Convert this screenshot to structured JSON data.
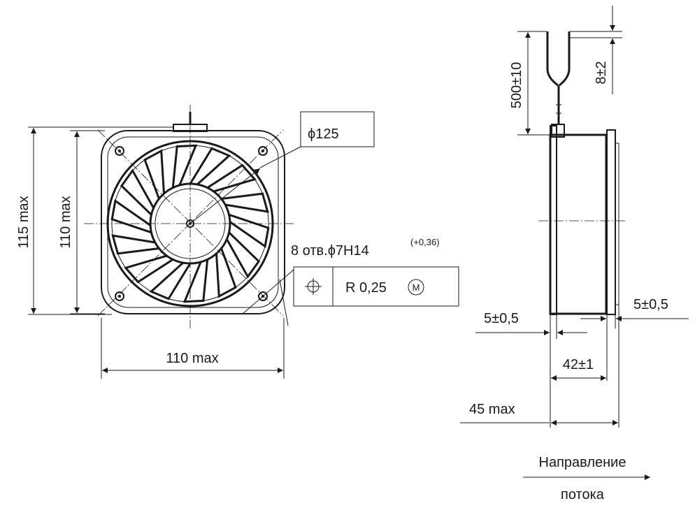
{
  "front_view": {
    "dim_height_outer": "115 max",
    "dim_height_inner": "110 max",
    "dim_width": "110 max",
    "dim_diameter": "ϕ125",
    "holes_label": "8 отв.ϕ7H14",
    "holes_tolerance": "(+0,36)",
    "position_tolerance": "R 0,25",
    "position_modifier": "M",
    "position_symbol": "position-icon"
  },
  "side_view": {
    "dim_lead_length": "500±10",
    "dim_strip_length": "8±2",
    "dim_flange_left": "5±0,5",
    "dim_flange_right": "5±0,5",
    "dim_body": "42±1",
    "dim_total": "45 max",
    "flow_label_line1": "Направление",
    "flow_label_line2": "потока"
  }
}
